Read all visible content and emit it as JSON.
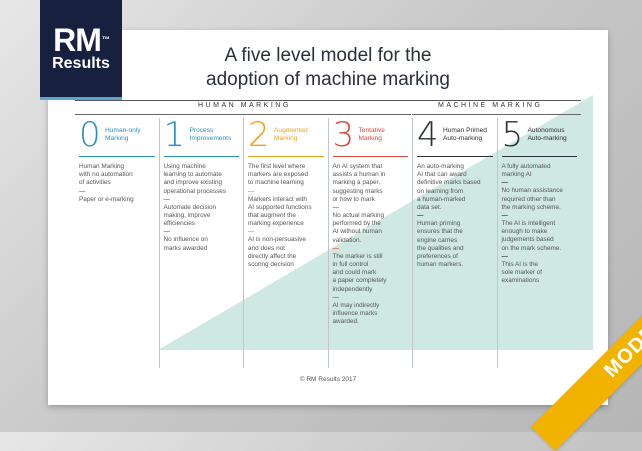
{
  "logo": {
    "line1": "RM",
    "tm": "™",
    "line2": "Results"
  },
  "title": {
    "line1": "A five level model for the",
    "line2": "adoption of machine marking"
  },
  "bands": {
    "human": "HUMAN MARKING",
    "machine": "MACHINE MARKING"
  },
  "columns": [
    {
      "num": "0",
      "heading": [
        "Human-only",
        "Marking"
      ],
      "color": "#2a8fbf",
      "blocks": [
        [
          "Human Marking",
          "with no automation",
          "of activities"
        ],
        [
          "Paper or e-marking"
        ]
      ]
    },
    {
      "num": "1",
      "heading": [
        "Process",
        "Improvements"
      ],
      "color": "#2a8fbf",
      "blocks": [
        [
          "Using machine",
          "learning to automate",
          "and improve existing",
          "operational processes"
        ],
        [
          "Automate decision",
          "making, improve",
          "efficiencies"
        ],
        [
          "No influence on",
          "marks awarded"
        ]
      ]
    },
    {
      "num": "2",
      "heading": [
        "Augmented",
        "Marking"
      ],
      "color": "#f0a11c",
      "blocks": [
        [
          "The first level where",
          "markers are exposed",
          "to machine learning"
        ],
        [
          "Markers interact with",
          "AI supported functions",
          "that augment the",
          "marking experience"
        ],
        [
          "AI is non-persuasive",
          "and does not",
          "directly affect the",
          "scoring decision"
        ]
      ]
    },
    {
      "num": "3",
      "heading": [
        "Tentative",
        "Marking"
      ],
      "color": "#e0493c",
      "blocks": [
        [
          "An AI system that",
          "assists a human in",
          "marking a paper,",
          "suggesting marks",
          "or how to mark"
        ],
        [
          "No actual marking",
          "performed by the",
          "AI without human",
          "validation."
        ],
        [
          "The marker is still",
          "in full control",
          "and could mark",
          "a paper completely",
          "independently"
        ],
        [
          "AI may indirectly",
          "influence marks",
          "awarded."
        ]
      ]
    },
    {
      "num": "4",
      "heading": [
        "Human Primed",
        "Auto-marking"
      ],
      "color": "#2b2f3a",
      "blocks": [
        [
          "An auto-marking",
          "AI that can award",
          "definitive marks based",
          "on learning from",
          "a human-marked",
          "data set."
        ],
        [
          "Human priming",
          "ensures that the",
          "engine carries",
          "the qualities and",
          "preferences of",
          "human markers."
        ]
      ]
    },
    {
      "num": "5",
      "heading": [
        "Autonomous",
        "Auto-marking"
      ],
      "color": "#2b2f3a",
      "blocks": [
        [
          "A fully automated",
          "marking AI"
        ],
        [
          "No human assistance",
          "required other than",
          "the marking scheme."
        ],
        [
          "The AI is intelligent",
          "enough to make",
          "judgements based",
          "on the mark scheme."
        ],
        [
          "This AI is the",
          "sole marker of",
          "examinations"
        ]
      ]
    }
  ],
  "footer": "© RM Results 2017",
  "ribbon": "MODEL",
  "colors": {
    "navy": "#18203f",
    "teal": "#cfe8e1",
    "ribbon": "#f2b300"
  }
}
